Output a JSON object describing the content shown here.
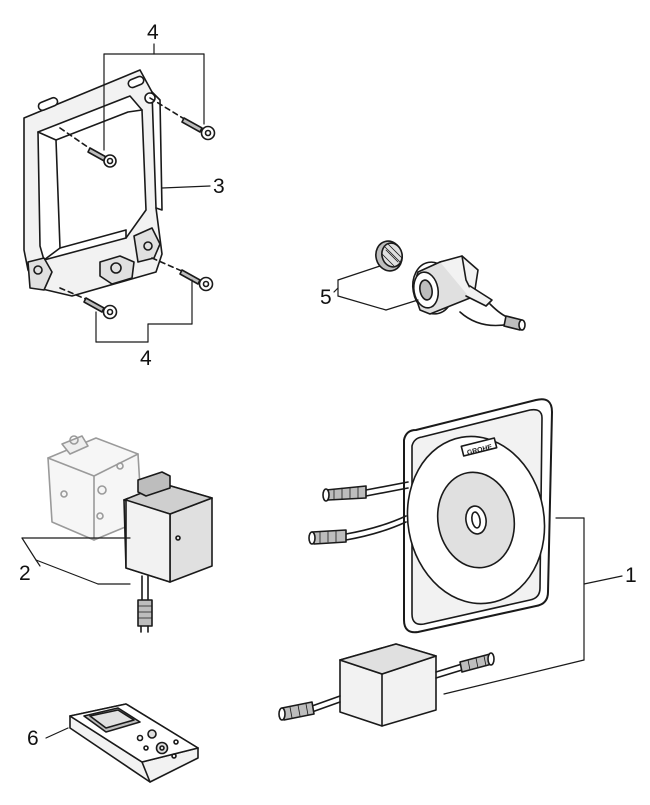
{
  "callouts": {
    "bracket_screws_top": "4",
    "mounting_frame": "3",
    "filter_and_valve": "5",
    "bracket_screws_bottom": "4",
    "power_module": "2",
    "cover_plate_and_transformer": "1",
    "remote_control": "6"
  },
  "cover_plate": {
    "logo_text": "GROHE"
  },
  "colors": {
    "line": "#1a1a1a",
    "fill_light": "#f2f2f2",
    "fill_mid": "#e0e0e0",
    "fill_dark": "#bdbdbd",
    "ghost": "#b0b0b0"
  }
}
